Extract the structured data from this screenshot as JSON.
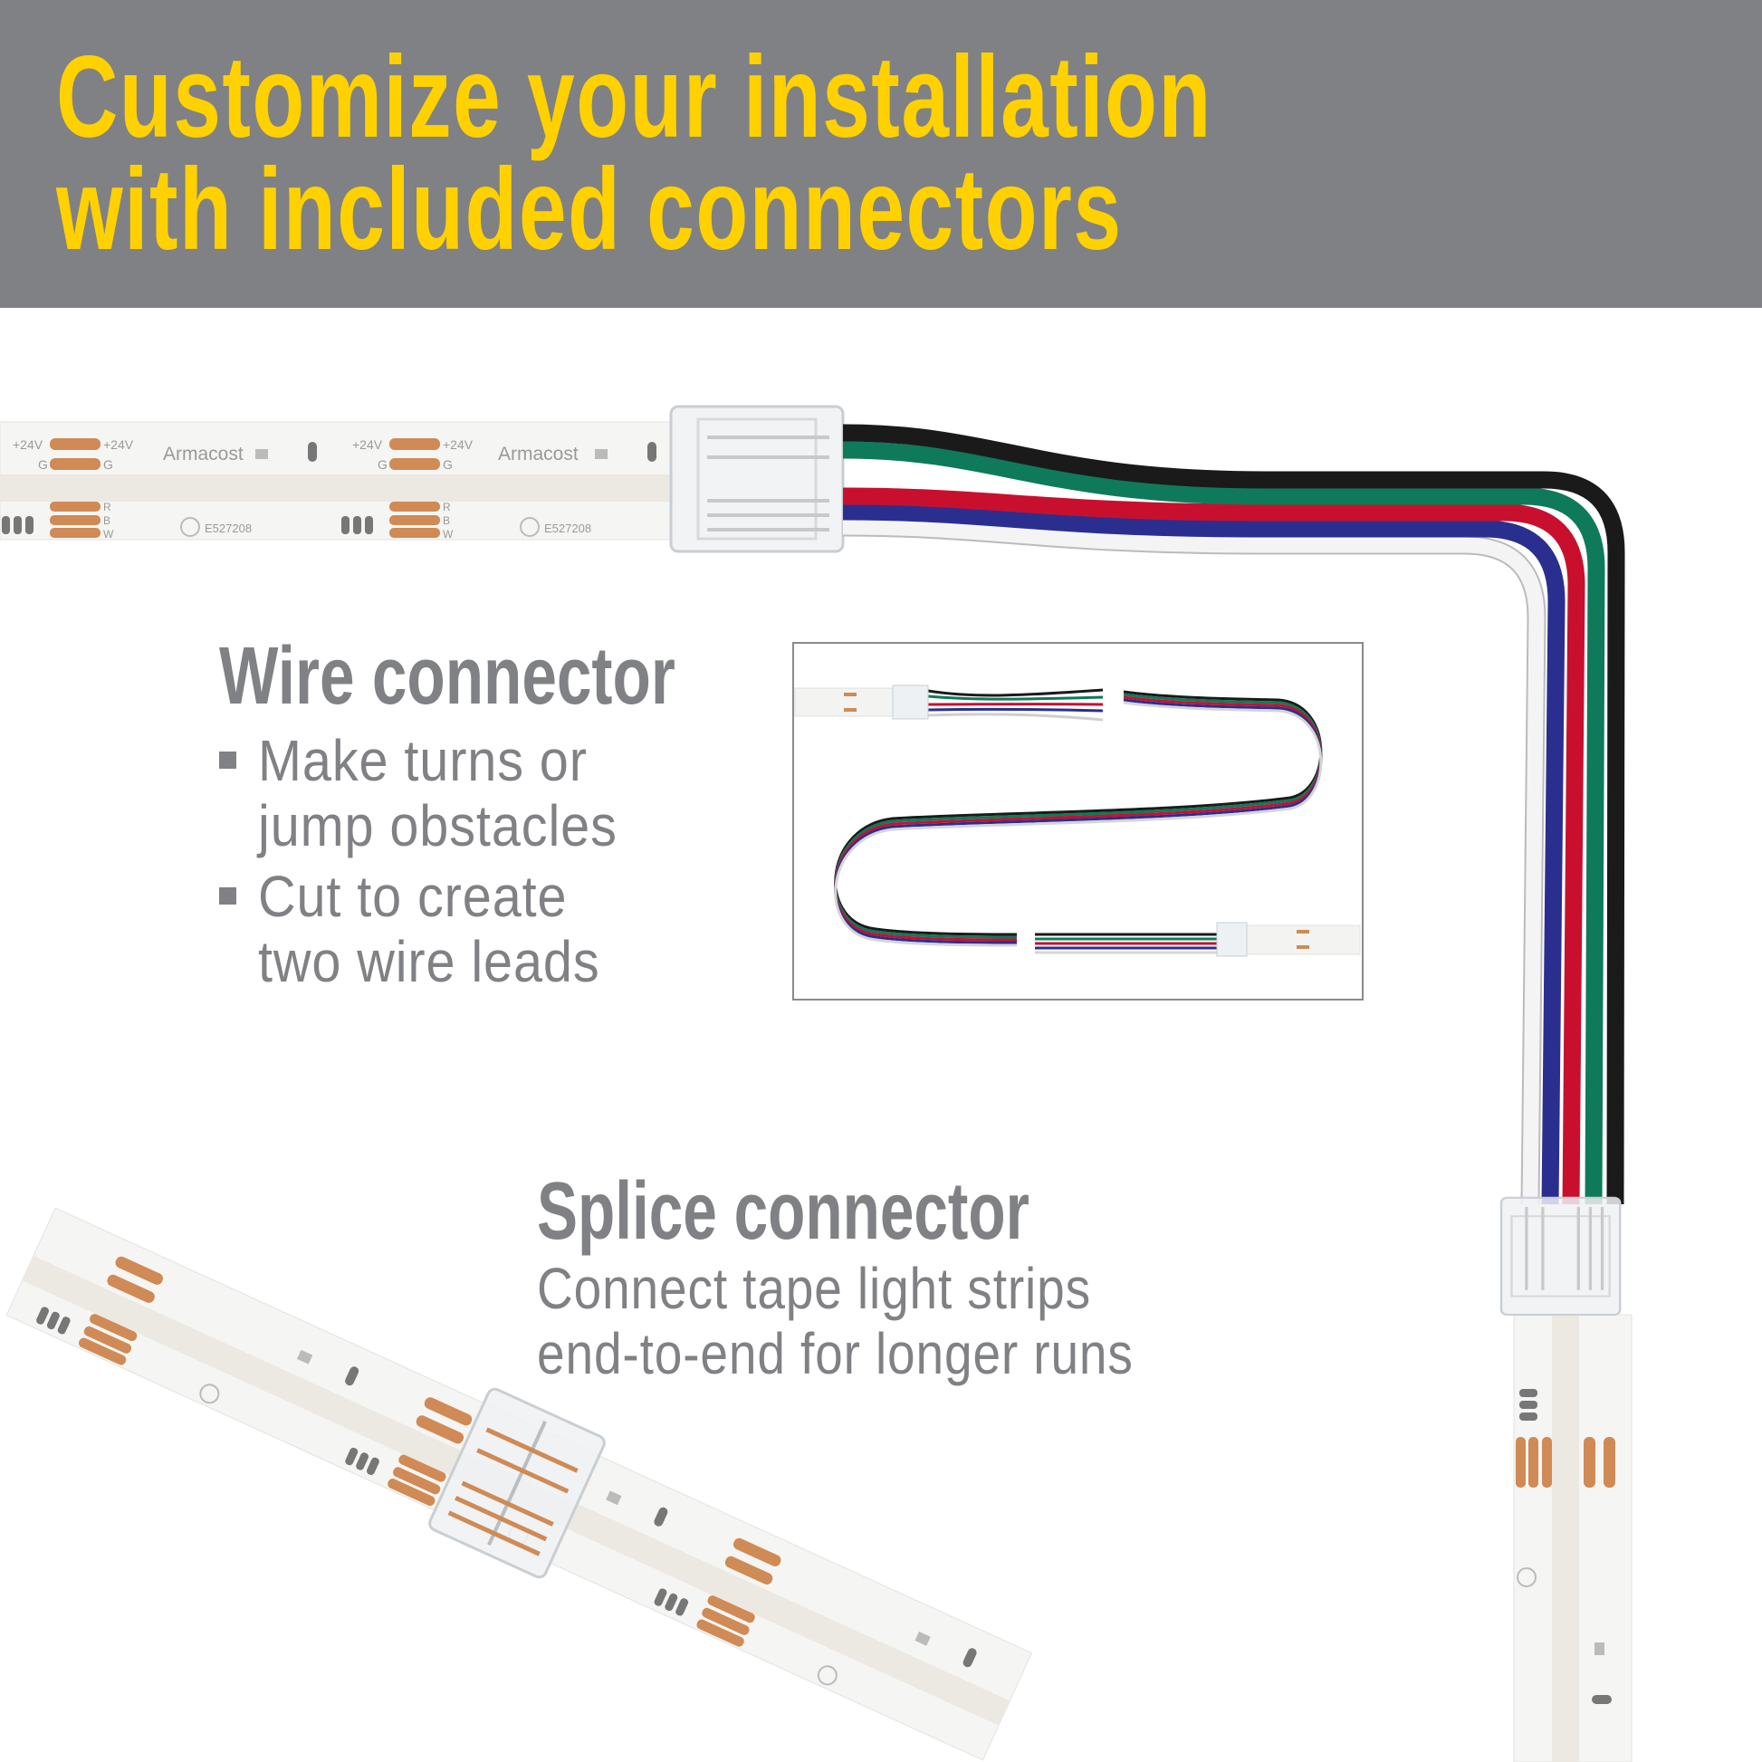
{
  "header": {
    "title_line1": "Customize your installation",
    "title_line2": "with included connectors"
  },
  "wire_connector": {
    "heading": "Wire connector",
    "bullets": [
      {
        "line1": "Make turns or",
        "line2": "jump obstacles"
      },
      {
        "line1": "Cut to create",
        "line2": "two wire leads"
      }
    ]
  },
  "splice_connector": {
    "heading": "Splice connector",
    "line1": "Connect tape light strips",
    "line2": "end-to-end for longer runs"
  },
  "strip_markings": {
    "brand": "Armacost",
    "voltage": "+24V",
    "g": "G",
    "r": "R",
    "b": "B",
    "w": "W",
    "cert": "E527208"
  },
  "colors": {
    "header_bg": "#808184",
    "title": "#FFD100",
    "text": "#808184",
    "wire_black": "#1a1a1a",
    "wire_green": "#0e7a5a",
    "wire_red": "#c8102e",
    "wire_blue": "#2a2f8f",
    "wire_white": "#f4f4f4"
  }
}
